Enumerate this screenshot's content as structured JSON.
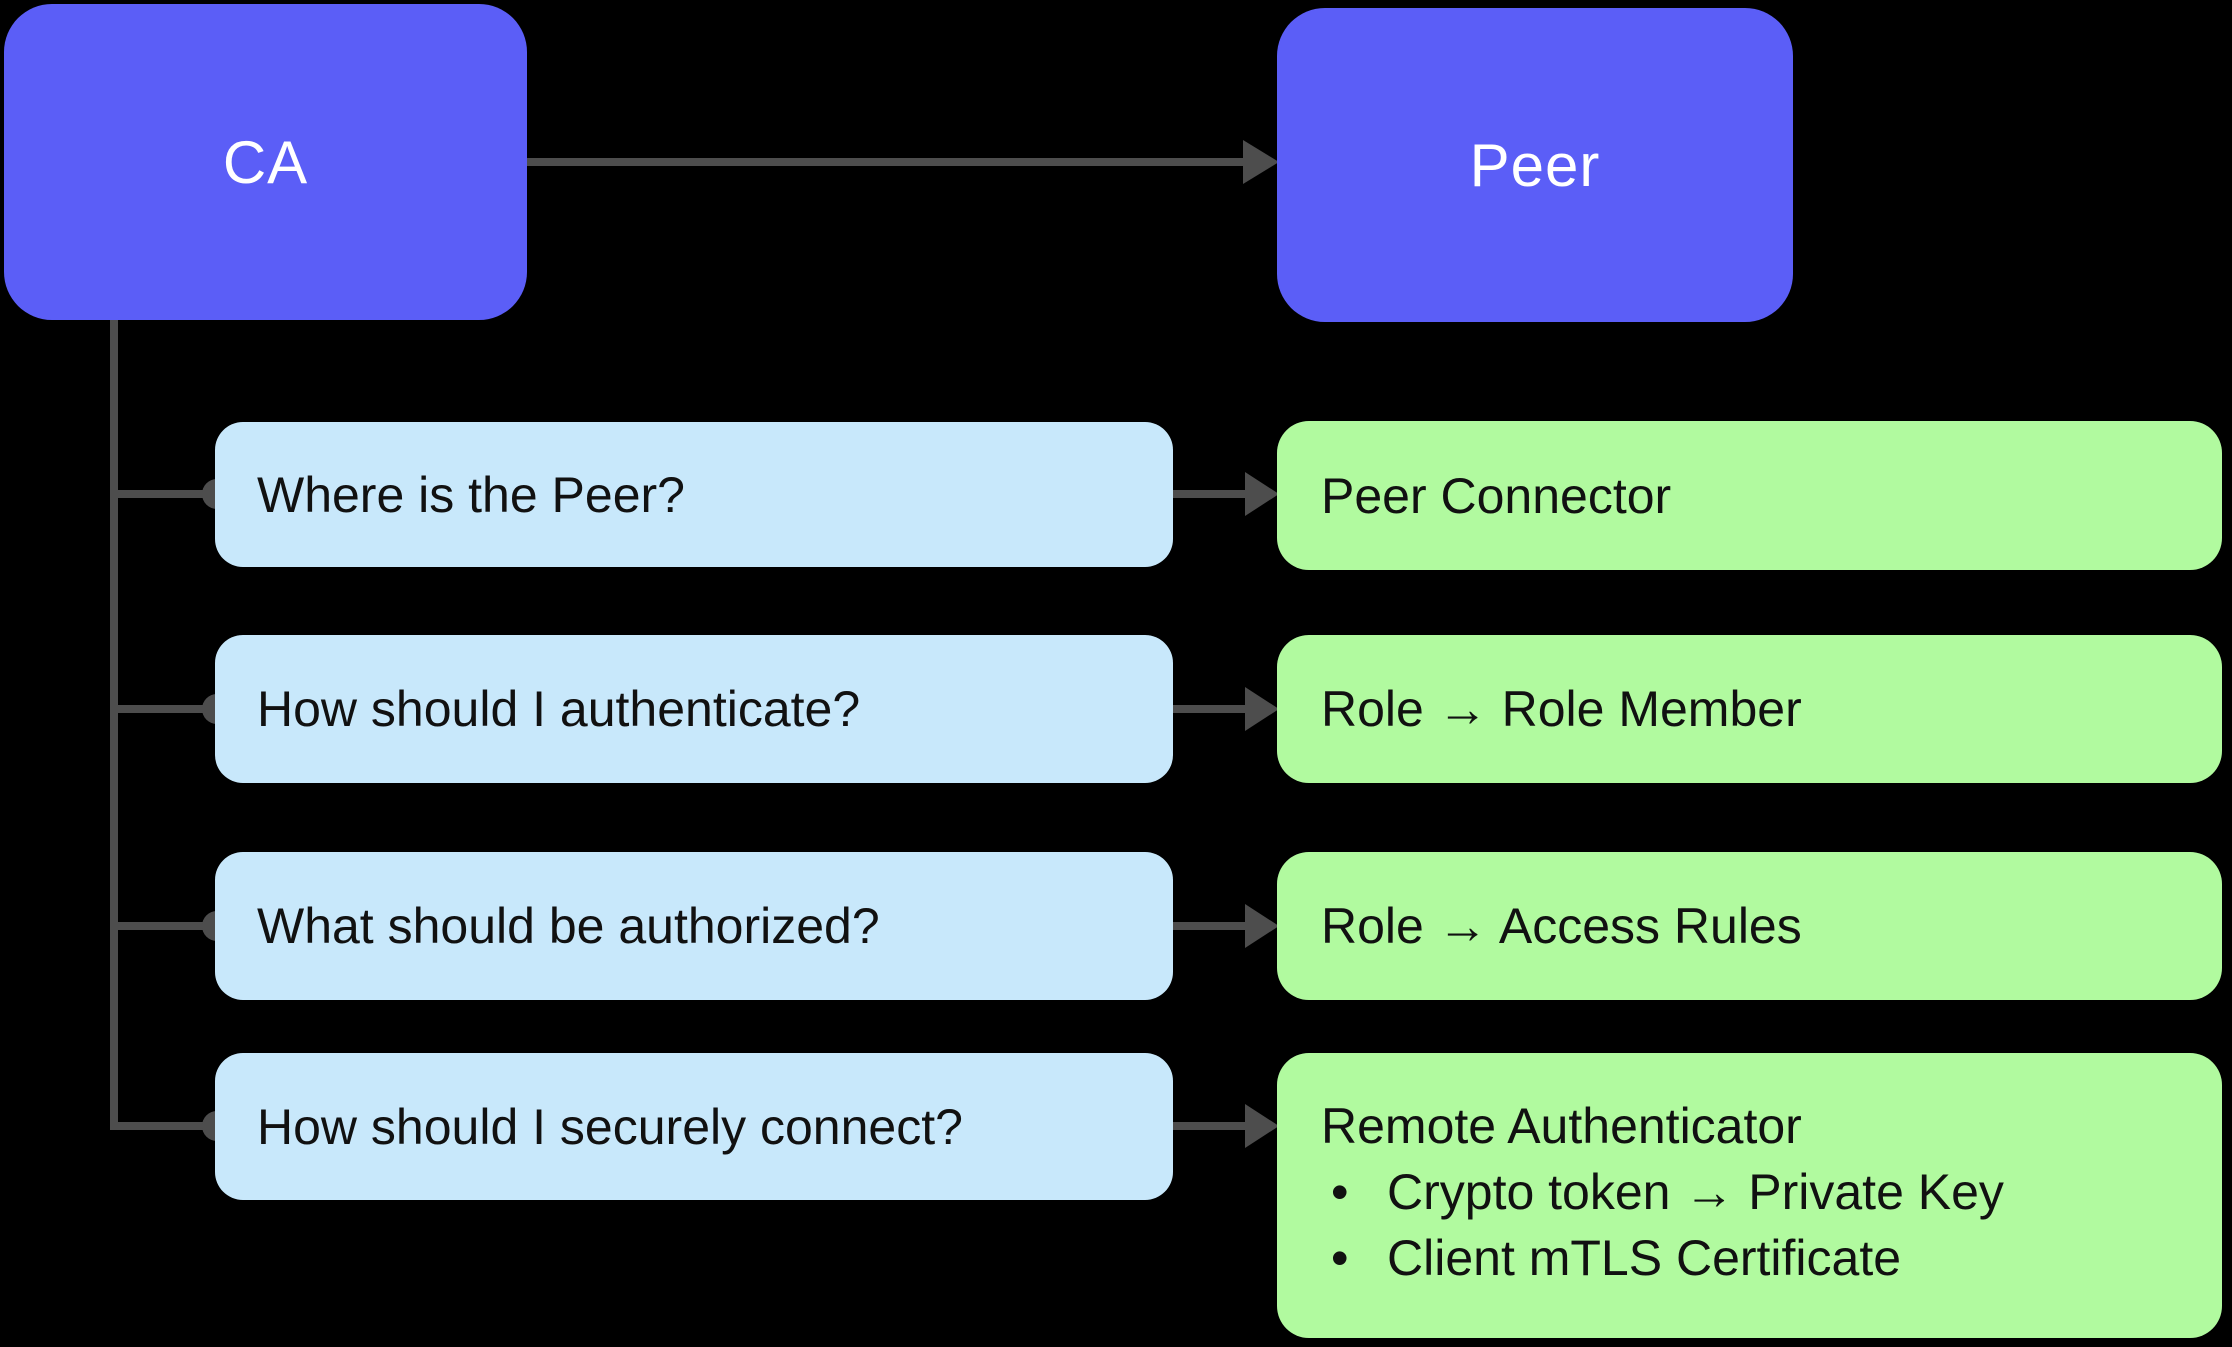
{
  "colors": {
    "background": "#000000",
    "node_purple": "#5B5EF7",
    "question_blue": "#C8E8FB",
    "answer_green": "#B1FA9F",
    "connector_gray": "#4D4D4D",
    "text_dark": "#111111",
    "text_light": "#FFFFFF"
  },
  "nodes": {
    "ca": {
      "label": "CA"
    },
    "peer": {
      "label": "Peer"
    }
  },
  "rows": [
    {
      "question": "Where is the Peer?",
      "answer": "Peer Connector"
    },
    {
      "question": "How should I authenticate?",
      "answer": "Role → Role Member"
    },
    {
      "question": "What should be authorized?",
      "answer": "Role → Access Rules"
    },
    {
      "question": "How should I securely connect?",
      "answer_title": "Remote Authenticator",
      "bullet_glyph": "•",
      "answer_bullets": [
        "Crypto token → Private Key",
        "Client mTLS Certificate"
      ]
    }
  ]
}
